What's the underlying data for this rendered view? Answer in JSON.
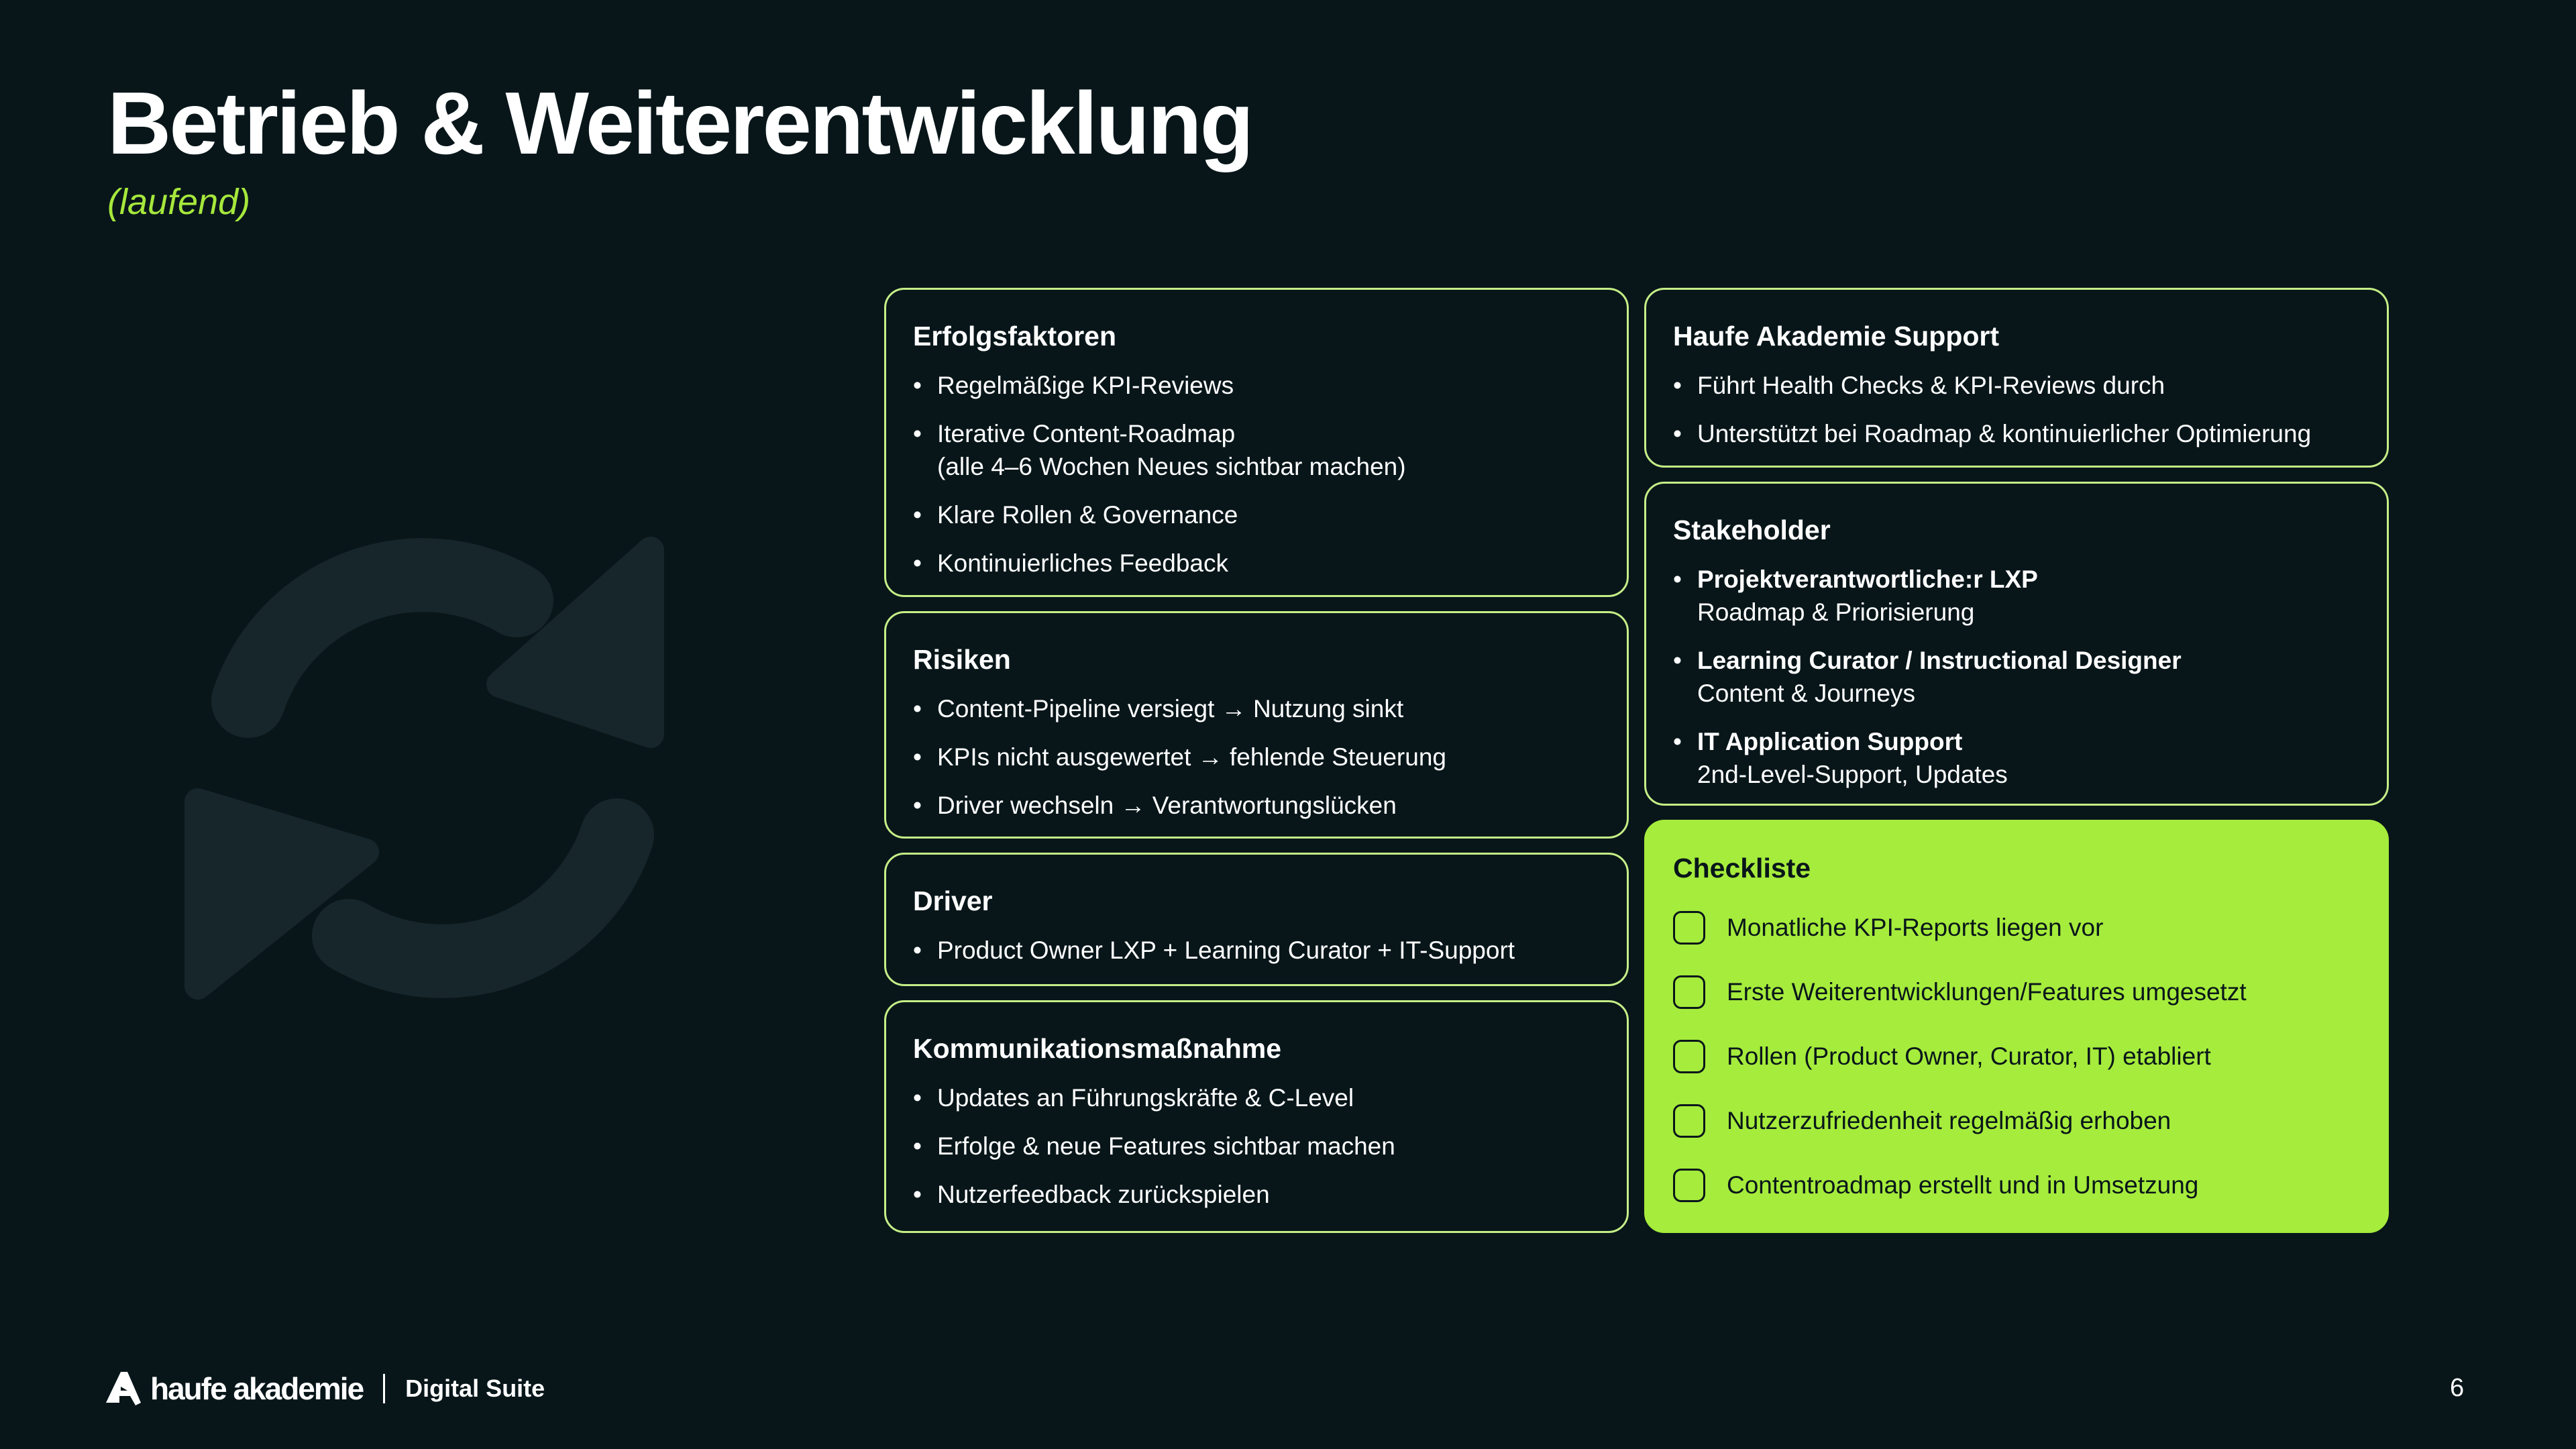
{
  "title": "Betrieb & Weiterentwicklung",
  "subtitle": "(laufend)",
  "colors": {
    "background": "#08161a",
    "accent": "#a6ec3c",
    "border": "#c5ee86"
  },
  "cards": {
    "erfolg": {
      "title": "Erfolgsfaktoren",
      "items": [
        "Regelmäßige KPI-Reviews",
        "Iterative Content-Roadmap",
        "(alle 4–6 Wochen Neues sichtbar machen)",
        "Klare Rollen & Governance",
        "Kontinuierliches Feedback"
      ]
    },
    "risiken": {
      "title": "Risiken",
      "items": [
        "Content-Pipeline versiegt → Nutzung sinkt",
        "KPIs nicht ausgewertet → fehlende Steuerung",
        "Driver wechseln → Verantwortungslücken"
      ]
    },
    "driver": {
      "title": "Driver",
      "items": [
        "Product Owner LXP + Learning Curator + IT-Support"
      ]
    },
    "komm": {
      "title": "Kommunikationsmaßnahme",
      "items": [
        "Updates an Führungskräfte & C-Level",
        "Erfolge & neue Features sichtbar machen",
        "Nutzerfeedback zurückspielen"
      ]
    },
    "support": {
      "title": "Haufe Akademie Support",
      "items": [
        "Führt Health Checks & KPI-Reviews durch",
        "Unterstützt bei Roadmap & kontinuierlicher Optimierung"
      ]
    },
    "stake": {
      "title": "Stakeholder",
      "items": [
        {
          "role": "Projektverantwortliche:r LXP",
          "desc": "Roadmap & Priorisierung"
        },
        {
          "role": "Learning Curator / Instructional Designer",
          "desc": "Content & Journeys"
        },
        {
          "role": "IT Application Support",
          "desc": "2nd-Level-Support, Updates"
        }
      ]
    },
    "check": {
      "title": "Checkliste",
      "items": [
        "Monatliche KPI-Reports liegen vor",
        "Erste Weiterentwicklungen/Features umgesetzt",
        "Rollen (Product Owner, Curator, IT) etabliert",
        "Nutzerzufriedenheit regelmäßig erhoben",
        "Contentroadmap erstellt und in Umsetzung"
      ]
    }
  },
  "footer": {
    "brand": "haufe akademie",
    "suite": "Digital Suite",
    "page": "6"
  },
  "icons": {
    "background": "refresh-icon",
    "logo": "haufe-logo-icon"
  }
}
